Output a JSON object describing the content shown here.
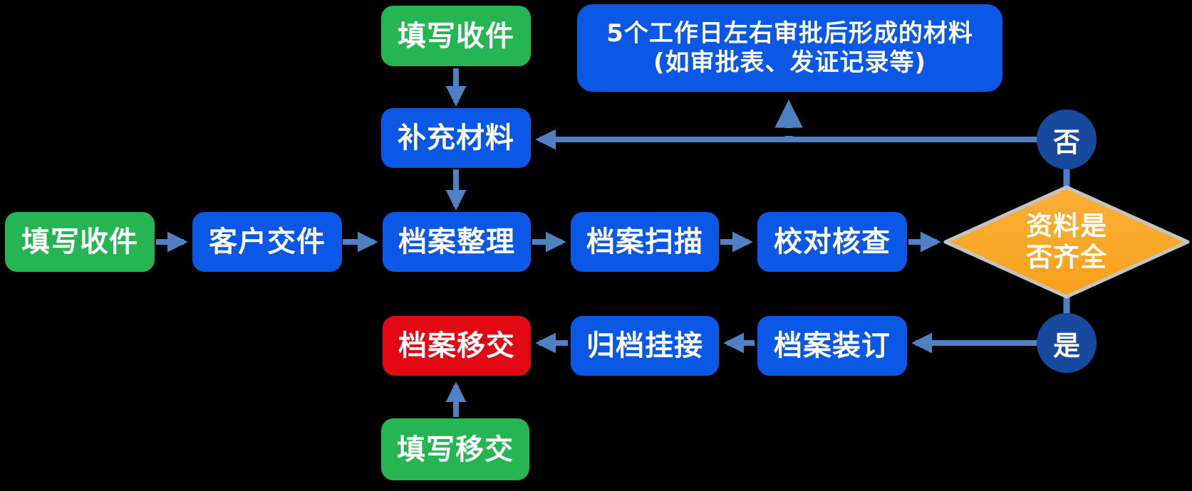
{
  "colors": {
    "background": "#000000",
    "green": "#25B553",
    "blue": "#0B57E6",
    "navy": "#174A9E",
    "red": "#E30914",
    "orange": "#F7A11C",
    "orange_light": "#FBAF36",
    "diamond_border": "#C3C3C3",
    "arrow": "#4E80C2",
    "text": "#FFFFFF"
  },
  "nodes": {
    "fill_receive_top": {
      "label": "填写收件"
    },
    "note": {
      "line1": "5个工作日左右审批后形成的材料",
      "line2": "(如审批表、发证记录等)"
    },
    "supplement": {
      "label": "补充材料"
    },
    "fill_receive_left": {
      "label": "填写收件"
    },
    "customer_submit": {
      "label": "客户交件"
    },
    "archive_organize": {
      "label": "档案整理"
    },
    "archive_scan": {
      "label": "档案扫描"
    },
    "proofread_check": {
      "label": "校对核查"
    },
    "decision": {
      "line1": "资料是",
      "line2": "否齐全"
    },
    "no_circle": {
      "label": "否"
    },
    "yes_circle": {
      "label": "是"
    },
    "archive_bind": {
      "label": "档案装订"
    },
    "archive_link": {
      "label": "归档挂接"
    },
    "archive_transfer": {
      "label": "档案移交"
    },
    "fill_transfer": {
      "label": "填写移交"
    }
  }
}
